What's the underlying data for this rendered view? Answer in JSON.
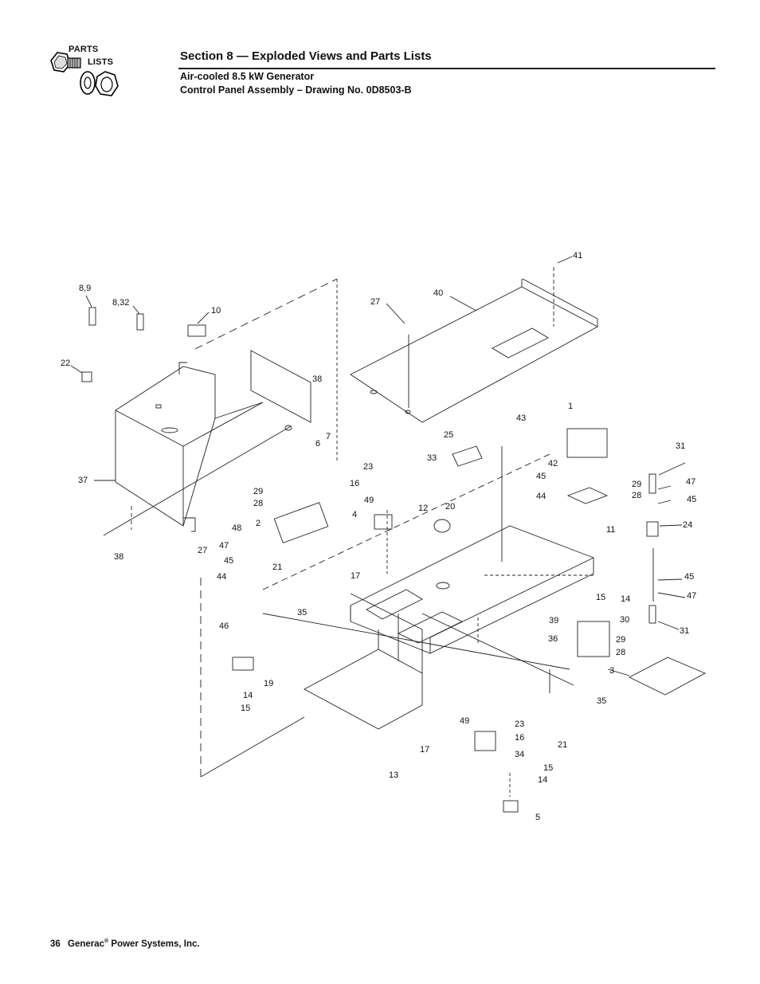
{
  "header": {
    "logo_parts": "PARTS",
    "logo_lists": "LISTS",
    "section_title": "Section 8 — Exploded Views and Parts Lists",
    "subtitle_line1": "Air-cooled 8.5 kW Generator",
    "subtitle_line2": "Control Panel Assembly – Drawing No. 0D8503-B"
  },
  "diagram": {
    "callouts": [
      {
        "id": "c41",
        "text": "41"
      },
      {
        "id": "c40",
        "text": "40"
      },
      {
        "id": "c27a",
        "text": "27"
      },
      {
        "id": "c89",
        "text": "8,9"
      },
      {
        "id": "c832",
        "text": "8,32"
      },
      {
        "id": "c10",
        "text": "10"
      },
      {
        "id": "c22",
        "text": "22"
      },
      {
        "id": "c38a",
        "text": "38"
      },
      {
        "id": "c7",
        "text": "7"
      },
      {
        "id": "c6",
        "text": "6"
      },
      {
        "id": "c1",
        "text": "1"
      },
      {
        "id": "c43",
        "text": "43"
      },
      {
        "id": "c25",
        "text": "25"
      },
      {
        "id": "c33",
        "text": "33"
      },
      {
        "id": "c42",
        "text": "42"
      },
      {
        "id": "c31a",
        "text": "31"
      },
      {
        "id": "c37",
        "text": "37"
      },
      {
        "id": "c23a",
        "text": "23"
      },
      {
        "id": "c16a",
        "text": "16"
      },
      {
        "id": "c45a",
        "text": "45"
      },
      {
        "id": "c44a",
        "text": "44"
      },
      {
        "id": "c47a",
        "text": "47"
      },
      {
        "id": "c29a",
        "text": "29"
      },
      {
        "id": "c28a",
        "text": "28"
      },
      {
        "id": "c45b",
        "text": "45"
      },
      {
        "id": "c29b",
        "text": "29"
      },
      {
        "id": "c28b",
        "text": "28"
      },
      {
        "id": "c49a",
        "text": "49"
      },
      {
        "id": "c12",
        "text": "12"
      },
      {
        "id": "c20",
        "text": "20"
      },
      {
        "id": "c4",
        "text": "4"
      },
      {
        "id": "c2",
        "text": "2"
      },
      {
        "id": "c11",
        "text": "11"
      },
      {
        "id": "c24",
        "text": "24"
      },
      {
        "id": "c48",
        "text": "48"
      },
      {
        "id": "c27b",
        "text": "27"
      },
      {
        "id": "c47b",
        "text": "47"
      },
      {
        "id": "c38b",
        "text": "38"
      },
      {
        "id": "c45c",
        "text": "45"
      },
      {
        "id": "c21a",
        "text": "21"
      },
      {
        "id": "c44b",
        "text": "44"
      },
      {
        "id": "c17a",
        "text": "17"
      },
      {
        "id": "c45d",
        "text": "45"
      },
      {
        "id": "c47c",
        "text": "47"
      },
      {
        "id": "c15a",
        "text": "15"
      },
      {
        "id": "c14a",
        "text": "14"
      },
      {
        "id": "c35a",
        "text": "35"
      },
      {
        "id": "c39",
        "text": "39"
      },
      {
        "id": "c30",
        "text": "30"
      },
      {
        "id": "c31b",
        "text": "31"
      },
      {
        "id": "c36",
        "text": "36"
      },
      {
        "id": "c46",
        "text": "46"
      },
      {
        "id": "c29c",
        "text": "29"
      },
      {
        "id": "c28c",
        "text": "28"
      },
      {
        "id": "c3",
        "text": "3"
      },
      {
        "id": "c19",
        "text": "19"
      },
      {
        "id": "c14b",
        "text": "14"
      },
      {
        "id": "c15b",
        "text": "15"
      },
      {
        "id": "c35b",
        "text": "35"
      },
      {
        "id": "c49b",
        "text": "49"
      },
      {
        "id": "c23b",
        "text": "23"
      },
      {
        "id": "c16b",
        "text": "16"
      },
      {
        "id": "c21b",
        "text": "21"
      },
      {
        "id": "c17b",
        "text": "17"
      },
      {
        "id": "c34",
        "text": "34"
      },
      {
        "id": "c13",
        "text": "13"
      },
      {
        "id": "c15c",
        "text": "15"
      },
      {
        "id": "c14c",
        "text": "14"
      },
      {
        "id": "c5",
        "text": "5"
      }
    ]
  },
  "footer": {
    "page_number": "36",
    "company": "Generac",
    "registered": "®",
    "company_rest": " Power Systems, Inc."
  }
}
